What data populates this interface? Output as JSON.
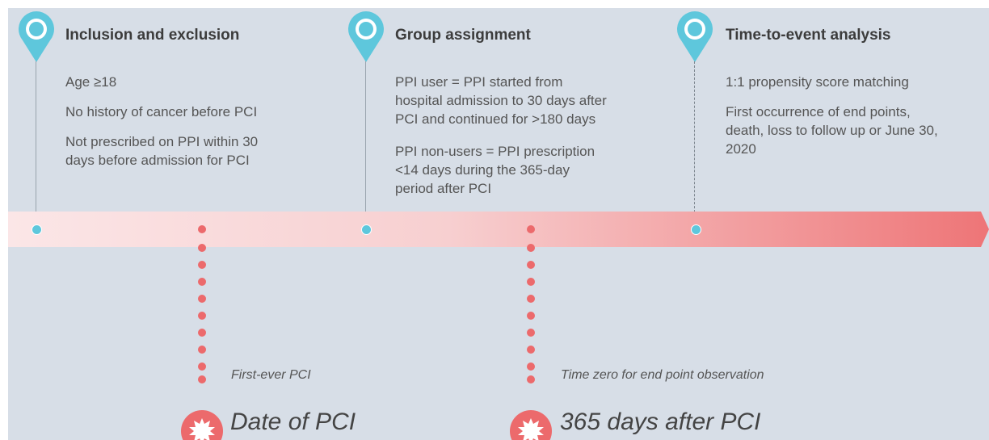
{
  "phases": [
    {
      "title": "Inclusion and exclusion",
      "lines": [
        "Age ≥18",
        "No history of cancer before PCI",
        "Not prescribed on PPI within 30",
        "days before admission for PCI"
      ]
    },
    {
      "title": "Group assignment",
      "lines": [
        "PPI user = PPI started from",
        "hospital admission to 30 days after",
        "PCI and continued for >180 days",
        "PPI non-users = PPI prescription",
        "<14 days during the 365-day",
        "period after PCI"
      ]
    },
    {
      "title": "Time-to-event analysis",
      "lines": [
        "1:1 propensity score matching",
        "First occurrence of end points,",
        "death, loss to follow up or June 30,",
        "2020"
      ]
    }
  ],
  "milestones": [
    {
      "note": "First-ever PCI",
      "label": "Date of PCI"
    },
    {
      "note": "Time zero for end point observation",
      "label": "365 days after PCI"
    }
  ],
  "colors": {
    "background": "#d7dee7",
    "pin": "#5ec7dc",
    "milestone": "#ec6a6c",
    "band_start": "#fbe6e7",
    "band_end": "#ee7577"
  }
}
